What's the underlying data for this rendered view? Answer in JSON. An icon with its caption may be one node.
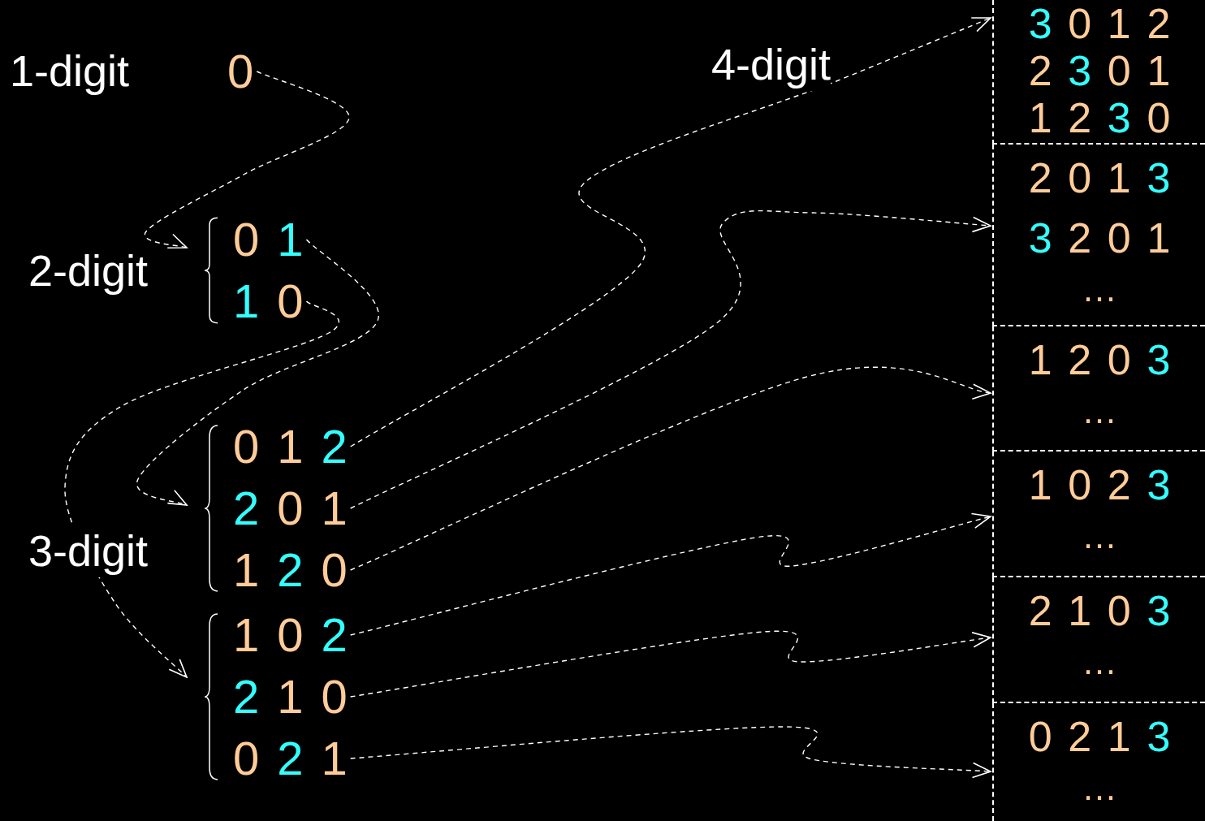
{
  "diagram": {
    "nodes": [
      {
        "text": [
          "0"
        ]
      },
      {
        "text": [],
        "shape": "brace"
      },
      {
        "text": [
          "0 1"
        ],
        "in": 1
      },
      {
        "text": [
          "1 0"
        ],
        "in": 1
      },
      {
        "text": [],
        "shape": "brace"
      },
      {
        "text": [
          "0 1 2"
        ],
        "in": 4
      },
      {
        "text": [
          "2 0 1"
        ],
        "in": 4
      },
      {
        "text": [
          "1 2 0"
        ],
        "in": 4
      },
      {
        "text": [],
        "shape": "brace"
      },
      {
        "text": [
          "1 0 2"
        ],
        "in": 8
      },
      {
        "text": [
          "2 1 0"
        ],
        "in": 8
      },
      {
        "text": [
          "0 2 1"
        ],
        "in": 8
      },
      {
        "text": [
          "3 0 1 2",
          "2 3 0 1",
          "1 2 3 0"
        ]
      },
      {
        "text": [
          "2 0 1 3",
          "3 2 0 1",
          "…"
        ]
      },
      {
        "text": [
          "1 2 0 3",
          "…"
        ]
      },
      {
        "text": [
          "1 0 2 3",
          "…"
        ]
      },
      {
        "text": [
          "2 1 0 3",
          "…"
        ]
      },
      {
        "text": [
          "0 2 1 3",
          "…"
        ]
      }
    ],
    "edges": [
      {
        "from": 0,
        "to": 1,
        "arrow": "to",
        "style": "dashed"
      },
      {
        "from": 2,
        "to": 4,
        "arrow": "to",
        "style": "dashed"
      },
      {
        "from": 3,
        "to": 8,
        "arrow": "to",
        "style": "dashed"
      },
      {
        "from": 5,
        "to": 12,
        "arrow": "to",
        "style": "dashed"
      },
      {
        "from": 6,
        "to": 13,
        "arrow": "to",
        "style": "dashed"
      },
      {
        "from": 7,
        "to": 14,
        "arrow": "to",
        "style": "dashed"
      },
      {
        "from": 9,
        "to": 15,
        "arrow": "to",
        "style": "dashed"
      },
      {
        "from": 10,
        "to": 16,
        "arrow": "to",
        "style": "dashed"
      },
      {
        "from": 11,
        "to": 17,
        "arrow": "to",
        "style": "dashed"
      }
    ],
    "labels": [
      "1-digit",
      "4-digit",
      "2-digit",
      "3-digit"
    ]
  }
}
